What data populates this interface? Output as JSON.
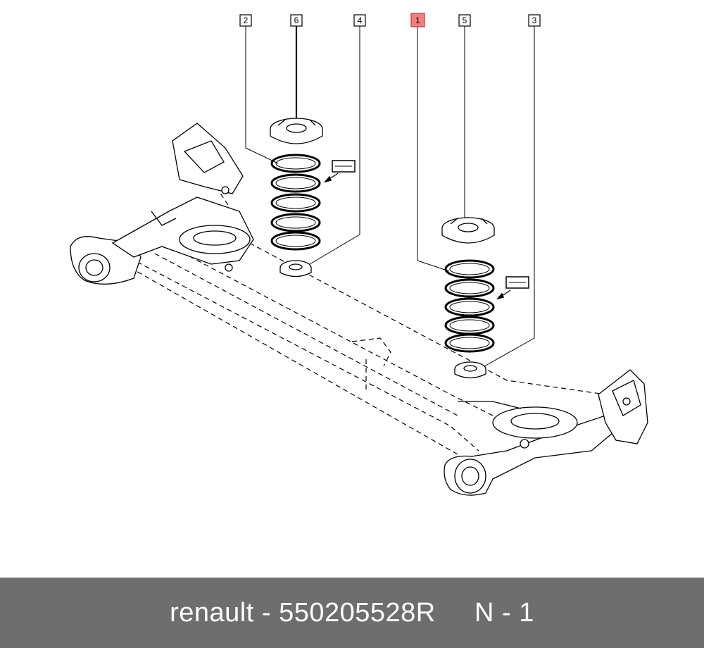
{
  "diagram": {
    "callouts": [
      {
        "id": "2",
        "highlighted": false
      },
      {
        "id": "6",
        "highlighted": false
      },
      {
        "id": "4",
        "highlighted": false
      },
      {
        "id": "1",
        "highlighted": true
      },
      {
        "id": "5",
        "highlighted": false
      },
      {
        "id": "3",
        "highlighted": false
      }
    ],
    "highlight_color": "#f08080"
  },
  "footer": {
    "brand": "renault",
    "separator": " - ",
    "part_number": "550205528R",
    "note": "N - 1",
    "background": "#6e6e6e"
  }
}
